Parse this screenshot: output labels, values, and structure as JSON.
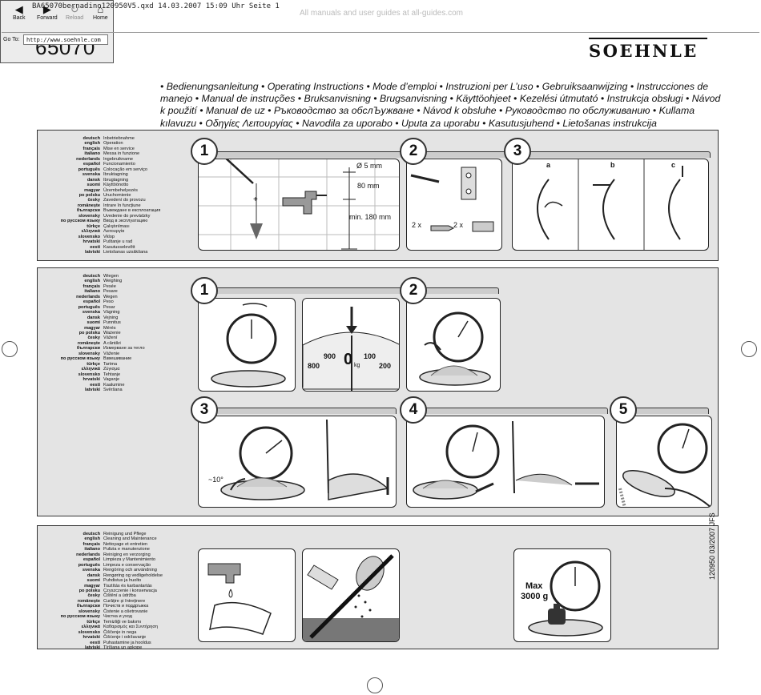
{
  "header_line": "BA65070bernadino120950V5.qxd  14.03.2007  15:09 Uhr  Seite 1",
  "watermark": "All manuals and user guides at all-guides.com",
  "model": "65070",
  "brand": "SOEHNLE",
  "browser": {
    "back": "Back",
    "forward": "Forward",
    "reload": "Reload",
    "home": "Home",
    "goto_label": "Go To:",
    "url": "http://www.soehnle.com"
  },
  "title_text": "• Bedienungsanleitung • Operating Instructions • Mode d’emploi • Instruzioni per L’uso • Gebruiksaanwijzing • Instrucciones de manejo • Manual de instruções • Bruksanvisning • Brugsanvisning • Käyttöohjeet • Kezelési útmutató • Instrukcja obsługi • Návod k použití • Manual de uz • Ръководство за обслЪужване • Návod k obsluhe • Руководство по обслуживанию • Kullama kılavuzu • Οδηγίες Λειτουργίας  • Navodila za uporabo • Uputa za uporabu • Kasutusjuhend • Lietošanas instrukcija",
  "languages": [
    "deutsch",
    "english",
    "français",
    "italiano",
    "nederlands",
    "español",
    "português",
    "svenska",
    "dansk",
    "suomi",
    "magyar",
    "po polsku",
    "česky",
    "românește",
    "български",
    "slovensky",
    "по русском языку",
    "türkçe",
    "ελληνικά",
    "slovensko",
    "hrvatski",
    "eesti",
    "latviski"
  ],
  "section1_terms": [
    "Inbetriebnahme",
    "Operation",
    "Mise en service",
    "Messa in funzione",
    "Ingebruikname",
    "Funcionamiento",
    "Colocação em serviço",
    "Ibruktagning",
    "Ibrugtagning",
    "Käyttöönotto",
    "Üzembehelyezés",
    "Uruchomienie",
    "Zavedení do provozu",
    "Intrare în funcțiune",
    "Въвеждане в експлоатация",
    "Uvedenie do prevádzky",
    "Ввод в эксплуатацию",
    "Çalıştırılması",
    "Λειτουργία",
    "Vklop",
    "Puštanje u rad",
    "Kasutusselevõtt",
    "Lietošanas uzsākšana"
  ],
  "section2_terms": [
    "Wiegen",
    "Weighing",
    "Pesée",
    "Pesare",
    "Wegen",
    "Peso",
    "Pesar",
    "Vägning",
    "Vejning",
    "Punnitus",
    "Mérés",
    "Ważenie",
    "Vážení",
    "A cântări",
    "Измерване за тегло",
    "Váženie",
    "Взвешивание",
    "Tartma",
    "Ζύγισμα",
    "Tehtanje",
    "Vaganje",
    "Kaalumine",
    "Svēršana"
  ],
  "section3_terms": [
    "Reinigung und Pflege",
    "Cleaning and Maintenance",
    "Nettoyage et entretien",
    "Pulizia e manutenzione",
    "Reiniging en verzorging",
    "Limpieza y Mantenimiento",
    "Limpeza e conservação",
    "Rengöring och användning",
    "Rengøring og vedligeholdelse",
    "Puhdistus ja huolto",
    "Tisztítás és karbantartás",
    "Czyszczenie i konserwacja",
    "Čištění a údržba",
    "Curățire și întreținere",
    "Почиств и поддръжка",
    "Čistenie a ošetrovanie",
    "Чистка и уход",
    "Temizliği ve bakımı",
    "Καθαρισμός και Συντήρηση",
    "Čiščenje in nega",
    "Čišćenje i održavanje",
    "Puhastamine ja hooldus",
    "Tīrīšana un apkope"
  ],
  "steps": {
    "s1": [
      "1",
      "2",
      "3"
    ],
    "s2": [
      "1",
      "2",
      "3",
      "4",
      "5"
    ]
  },
  "mount": {
    "dia": "Ø 5 mm",
    "spacing": "80 mm",
    "min_height": "min. 180 mm",
    "screws": "2 x",
    "plugs": "2 x",
    "sub_a": "a",
    "sub_b": "b",
    "sub_c": "c"
  },
  "dial_labels": [
    "800",
    "900",
    "0",
    "100",
    "200"
  ],
  "dial_unit": "kg",
  "tilt_label": "~10°",
  "max_label": "Max",
  "max_value": "3000 g",
  "doc_code": "120950  03/2007  JFS"
}
